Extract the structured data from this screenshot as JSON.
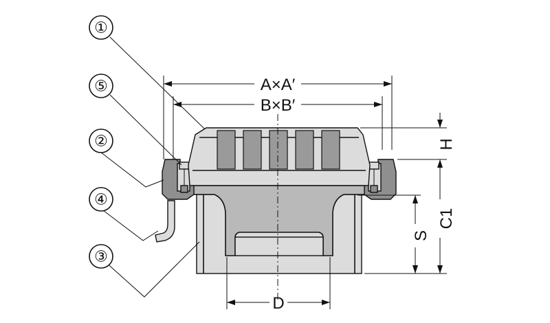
{
  "callouts": [
    {
      "id": "1",
      "label": "①"
    },
    {
      "id": "5",
      "label": "⑤"
    },
    {
      "id": "2",
      "label": "②"
    },
    {
      "id": "4",
      "label": "④"
    },
    {
      "id": "3",
      "label": "③"
    }
  ],
  "dimensions": {
    "outer_width": "A×A′",
    "inner_width": "B×B′",
    "height_h": "H",
    "height_c1": "C1",
    "height_s": "S",
    "diameter_d": "D"
  }
}
